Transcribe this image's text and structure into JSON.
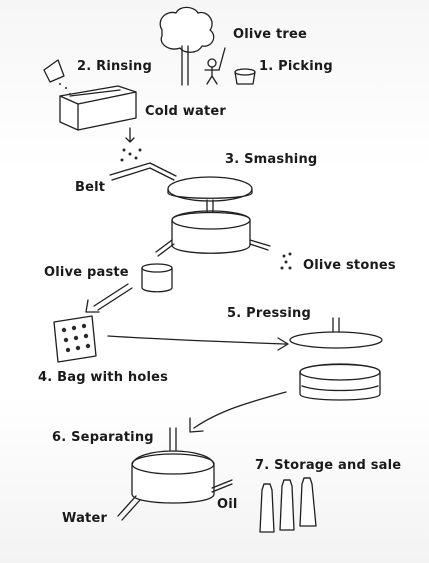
{
  "labels": {
    "olive_tree": "Olive tree",
    "picking": "1. Picking",
    "rinsing": "2. Rinsing",
    "cold_water": "Cold water",
    "belt": "Belt",
    "smashing": "3. Smashing",
    "olive_paste": "Olive paste",
    "olive_stones": "Olive stones",
    "pressing": "5. Pressing",
    "bag_with_holes": "4. Bag with holes",
    "separating": "6. Separating",
    "storage_and_sale": "7. Storage and sale",
    "water": "Water",
    "oil": "Oil"
  }
}
